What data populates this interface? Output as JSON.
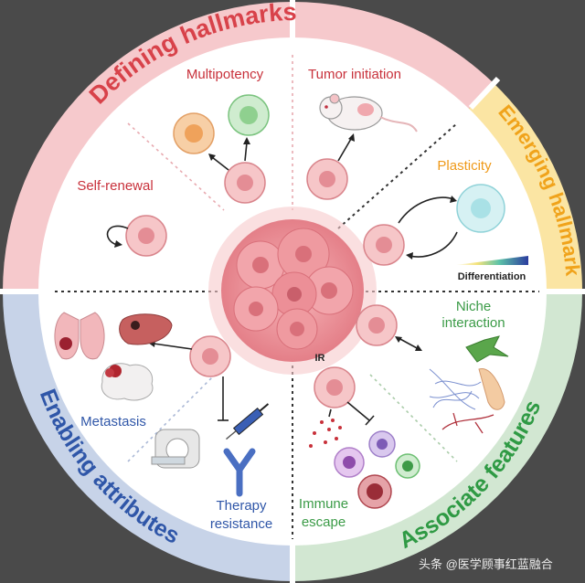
{
  "sections": {
    "defining": {
      "title": "Defining hallmarks",
      "color": "#d8424a",
      "band": "#f4c6c9"
    },
    "emerging": {
      "title": "Emerging hallmark",
      "color": "#f0a31b",
      "band": "#fbe6a6"
    },
    "associate": {
      "title": "Associate features",
      "color": "#2f9a44",
      "band": "#cfe5cf"
    },
    "enabling": {
      "title": "Enabling attributes",
      "color": "#2f56a8",
      "band": "#c4d0e6"
    }
  },
  "labels": {
    "multipotency": "Multipotency",
    "tumor_initiation": "Tumor initiation",
    "self_renewal": "Self-renewal",
    "plasticity": "Plasticity",
    "differentiation": "Differentiation",
    "niche_line1": "Niche",
    "niche_line2": "interaction",
    "metastasis": "Metastasis",
    "therapy_line1": "Therapy",
    "therapy_line2": "resistance",
    "immune_line1": "Immune",
    "immune_line2": "escape",
    "ir": "IR"
  },
  "watermark": "头条 @医学顾事红蓝融合",
  "colors": {
    "cell_fill": "#f6c6c8",
    "cell_stroke": "#d9858c",
    "nucleus": "#e48d95",
    "tumor": "#ef9aa0",
    "tumor_dark": "#d9707a",
    "text_red": "#c8313b",
    "text_orange": "#ef9a1a",
    "text_green": "#3b9b47",
    "text_blue": "#2f56a8"
  }
}
